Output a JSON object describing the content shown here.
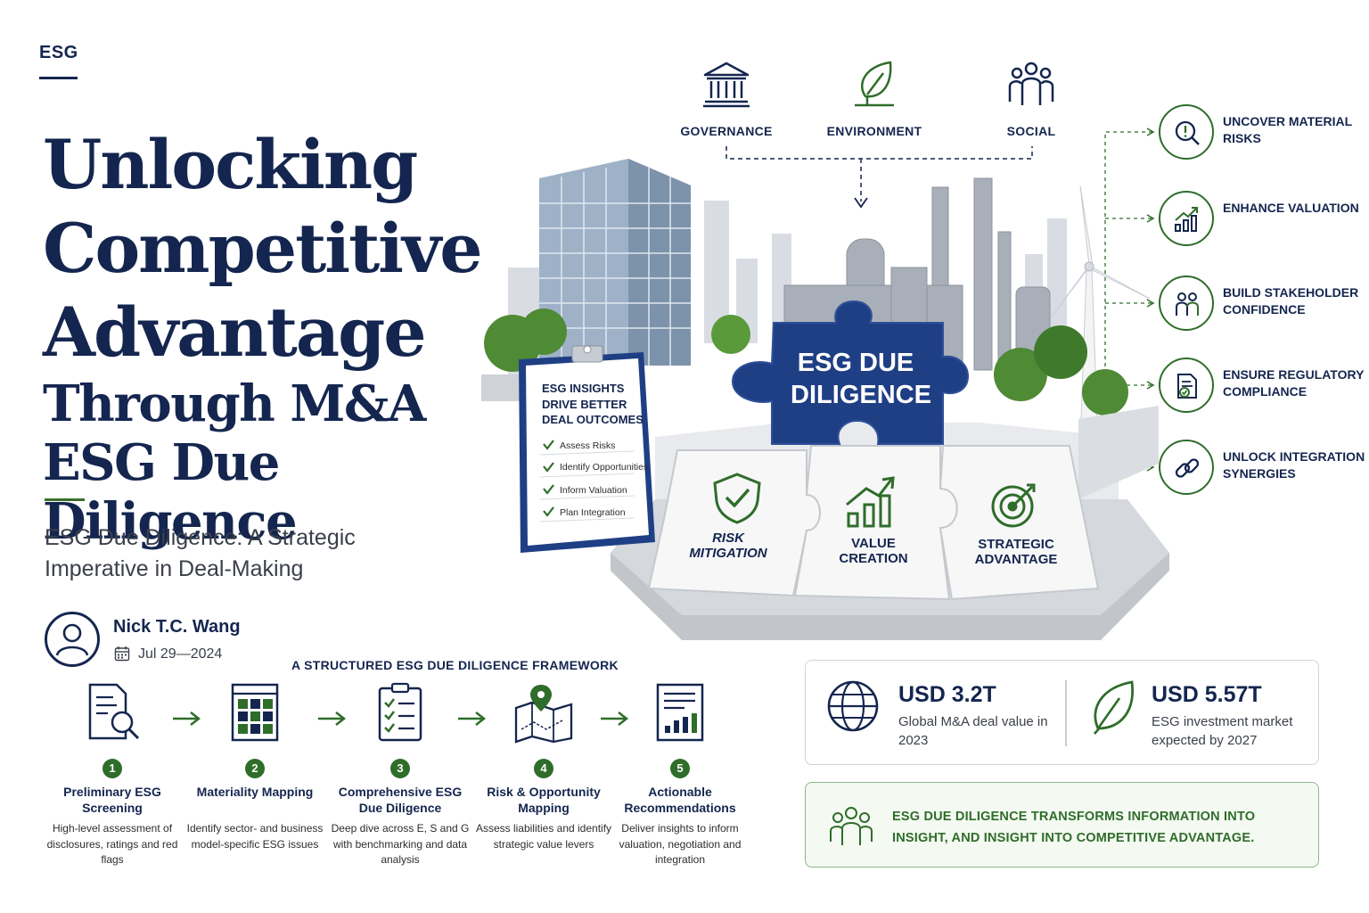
{
  "header": {
    "tag": "ESG"
  },
  "title": {
    "line1": "Unlocking",
    "line2": "Competitive",
    "line3": "Advantage",
    "line4": "Through M&A",
    "line5": "ESG Due Diligence"
  },
  "subtitle": "ESG Due Diligence: A Strategic Imperative in Deal-Making",
  "author": {
    "name": "Nick T.C. Wang",
    "date": "Jul 29—2024"
  },
  "pillars": [
    {
      "label": "GOVERNANCE",
      "icon": "bank-icon"
    },
    {
      "label": "ENVIRONMENT",
      "icon": "leaf-icon"
    },
    {
      "label": "SOCIAL",
      "icon": "people-icon"
    }
  ],
  "illustration": {
    "main_piece": [
      "ESG DUE",
      "DILIGENCE"
    ],
    "pieces": [
      {
        "label": [
          "RISK",
          "MITIGATION"
        ],
        "icon": "shield-check-icon"
      },
      {
        "label": [
          "VALUE",
          "CREATION"
        ],
        "icon": "bar-chart-icon"
      },
      {
        "label": [
          "STRATEGIC",
          "ADVANTAGE"
        ],
        "icon": "target-icon"
      }
    ],
    "clipboard": {
      "heading": [
        "ESG INSIGHTS",
        "DRIVE BETTER",
        "DEAL OUTCOMES"
      ],
      "items": [
        "Assess Risks",
        "Identify Opportunities",
        "Inform Valuation",
        "Plan Integration"
      ]
    }
  },
  "benefits": [
    {
      "label": "UNCOVER MATERIAL RISKS",
      "icon": "magnifier-alert-icon"
    },
    {
      "label": "ENHANCE VALUATION",
      "icon": "growth-chart-icon"
    },
    {
      "label": "BUILD STAKEHOLDER CONFIDENCE",
      "icon": "stakeholders-icon"
    },
    {
      "label": "ENSURE REGULATORY COMPLIANCE",
      "icon": "compliance-doc-icon"
    },
    {
      "label": "UNLOCK INTEGRATION SYNERGIES",
      "icon": "chain-link-icon"
    }
  ],
  "framework": {
    "title": "A STRUCTURED ESG DUE DILIGENCE FRAMEWORK",
    "steps": [
      {
        "num": "1",
        "title": "Preliminary ESG Screening",
        "desc": "High-level assessment of disclosures, ratings and red flags",
        "icon": "document-search-icon"
      },
      {
        "num": "2",
        "title": "Materiality Mapping",
        "desc": "Identify sector- and business model-specific ESG issues",
        "icon": "matrix-icon"
      },
      {
        "num": "3",
        "title": "Comprehensive ESG Due Diligence",
        "desc": "Deep dive across E, S and G with benchmarking and data analysis",
        "icon": "checklist-icon"
      },
      {
        "num": "4",
        "title": "Risk & Opportunity Mapping",
        "desc": "Assess liabilities and identify strategic value levers",
        "icon": "map-pin-icon"
      },
      {
        "num": "5",
        "title": "Actionable Recommendations",
        "desc": "Deliver insights to inform valuation, negotiation and integration",
        "icon": "report-icon"
      }
    ]
  },
  "stats": [
    {
      "value": "USD 3.2T",
      "desc": "Global M&A deal value in 2023",
      "icon": "globe-icon"
    },
    {
      "value": "USD 5.57T",
      "desc": "ESG investment market expected by 2027",
      "icon": "leaf-icon"
    }
  ],
  "quote": "ESG DUE DILIGENCE TRANSFORMS INFORMATION INTO INSIGHT, AND INSIGHT INTO COMPETITIVE ADVANTAGE.",
  "colors": {
    "navy": "#14264f",
    "green": "#2f6d2a",
    "puzzle_blue": "#1f3f85"
  }
}
